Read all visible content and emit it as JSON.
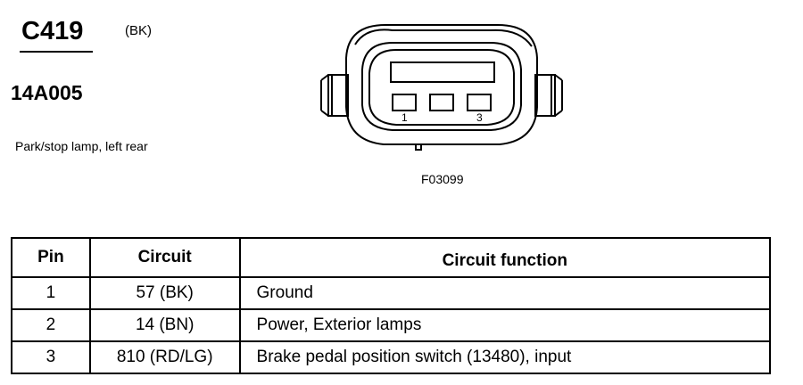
{
  "connector": {
    "id": "C419",
    "color": "(BK)",
    "part_number": "14A005",
    "description": "Park/stop lamp, left rear",
    "figure_id": "F03099",
    "pin_labels": [
      "1",
      "3"
    ]
  },
  "table": {
    "headers": [
      "Pin",
      "Circuit",
      "Circuit function"
    ],
    "rows": [
      {
        "pin": "1",
        "circuit": "57 (BK)",
        "function": "Ground"
      },
      {
        "pin": "2",
        "circuit": "14 (BN)",
        "function": "Power, Exterior lamps"
      },
      {
        "pin": "3",
        "circuit": "810 (RD/LG)",
        "function": "Brake pedal position switch (13480), input"
      }
    ]
  }
}
